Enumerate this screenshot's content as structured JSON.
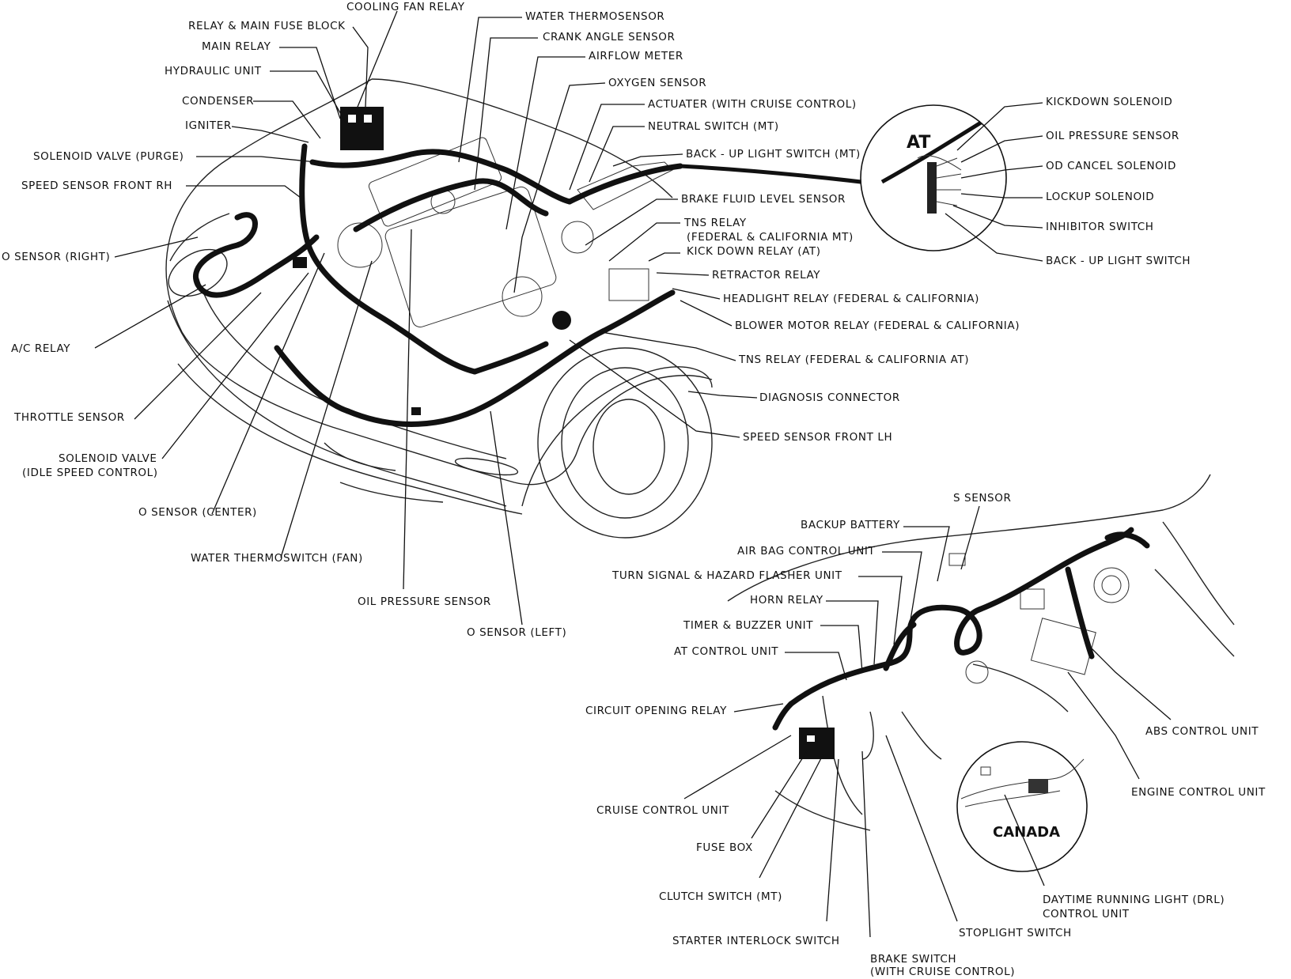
{
  "engine_bay": {
    "labels": {
      "cooling_fan_relay": "COOLING FAN RELAY",
      "relay_main_fuse_block": "RELAY & MAIN FUSE BLOCK",
      "main_relay": "MAIN RELAY",
      "hydraulic_unit": "HYDRAULIC UNIT",
      "condenser": "CONDENSER",
      "igniter": "IGNITER",
      "solenoid_valve_purge": "SOLENOID VALVE (PURGE)",
      "speed_sensor_front_rh": "SPEED SENSOR FRONT RH",
      "o_sensor_right": "O SENSOR (RIGHT)",
      "ac_relay": "A/C RELAY",
      "throttle_sensor": "THROTTLE SENSOR",
      "solenoid_valve_isc_1": "SOLENOID VALVE",
      "solenoid_valve_isc_2": "(IDLE SPEED CONTROL)",
      "o_sensor_center": "O SENSOR (CENTER)",
      "water_thermoswitch_fan": "WATER THERMOSWITCH (FAN)",
      "oil_pressure_sensor": "OIL PRESSURE SENSOR",
      "o_sensor_left": "O SENSOR (LEFT)",
      "water_thermosensor": "WATER THERMOSENSOR",
      "crank_angle_sensor": "CRANK ANGLE SENSOR",
      "airflow_meter": "AIRFLOW METER",
      "oxygen_sensor": "OXYGEN SENSOR",
      "actuater": "ACTUATER (WITH CRUISE CONTROL)",
      "neutral_switch": "NEUTRAL SWITCH (MT)",
      "backup_light_switch_mt": "BACK - UP LIGHT SWITCH (MT)",
      "brake_fluid_level_sensor": "BRAKE FLUID LEVEL SENSOR",
      "tns_relay_1": "TNS RELAY",
      "tns_relay_2": "(FEDERAL & CALIFORNIA MT)",
      "kick_down_relay": "KICK DOWN RELAY (AT)",
      "retractor_relay": "RETRACTOR RELAY",
      "headlight_relay": "HEADLIGHT RELAY (FEDERAL & CALIFORNIA)",
      "blower_motor_relay": "BLOWER MOTOR RELAY (FEDERAL & CALIFORNIA)",
      "tns_relay_at": "TNS RELAY (FEDERAL & CALIFORNIA AT)",
      "diagnosis_connector": "DIAGNOSIS CONNECTOR",
      "speed_sensor_front_lh": "SPEED SENSOR FRONT LH"
    }
  },
  "at_inset": {
    "title": "AT",
    "labels": {
      "kickdown_solenoid": "KICKDOWN SOLENOID",
      "oil_pressure_sensor": "OIL PRESSURE SENSOR",
      "od_cancel_solenoid": "OD CANCEL SOLENOID",
      "lockup_solenoid": "LOCKUP SOLENOID",
      "inhibitor_switch": "INHIBITOR SWITCH",
      "backup_light_switch": "BACK - UP LIGHT SWITCH"
    }
  },
  "dashboard": {
    "labels": {
      "s_sensor": "S SENSOR",
      "backup_battery": "BACKUP BATTERY",
      "air_bag_control_unit": "AIR BAG CONTROL UNIT",
      "turn_signal_flasher": "TURN SIGNAL & HAZARD FLASHER UNIT",
      "horn_relay": "HORN RELAY",
      "timer_buzzer_unit": "TIMER & BUZZER UNIT",
      "at_control_unit": "AT CONTROL UNIT",
      "circuit_opening_relay": "CIRCUIT OPENING RELAY",
      "cruise_control_unit": "CRUISE CONTROL UNIT",
      "fuse_box": "FUSE BOX",
      "clutch_switch": "CLUTCH SWITCH (MT)",
      "starter_interlock_switch": "STARTER INTERLOCK SWITCH",
      "brake_switch_1": "BRAKE SWITCH",
      "brake_switch_2": "(WITH CRUISE CONTROL)",
      "stoplight_switch": "STOPLIGHT SWITCH",
      "drl_1": "DAYTIME RUNNING LIGHT (DRL)",
      "drl_2": "CONTROL UNIT",
      "abs_control_unit": "ABS CONTROL UNIT",
      "engine_control_unit": "ENGINE CONTROL UNIT"
    }
  },
  "canada_inset": {
    "title": "CANADA"
  }
}
